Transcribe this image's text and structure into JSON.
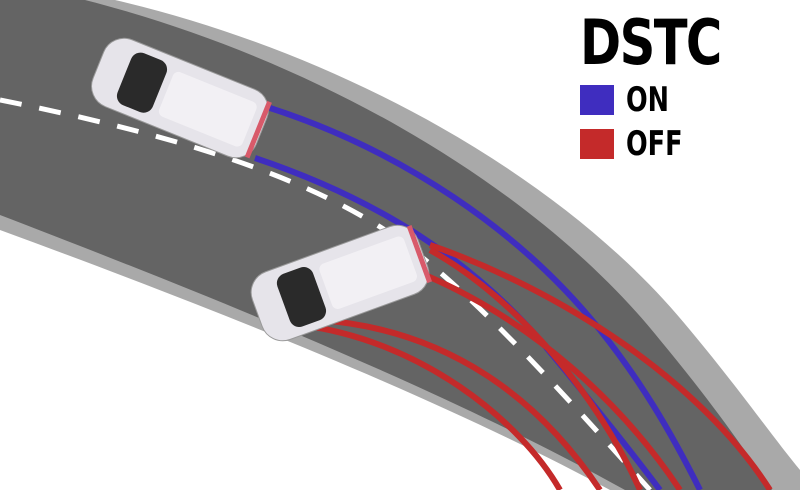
{
  "legend": {
    "title": "DSTC",
    "items": [
      {
        "label": "ON",
        "color": "#3f2dbf"
      },
      {
        "label": "OFF",
        "color": "#c42a2a"
      }
    ]
  },
  "colors": {
    "road": "#646464",
    "shoulder": "#a9a9a9",
    "lane": "#ffffff"
  }
}
